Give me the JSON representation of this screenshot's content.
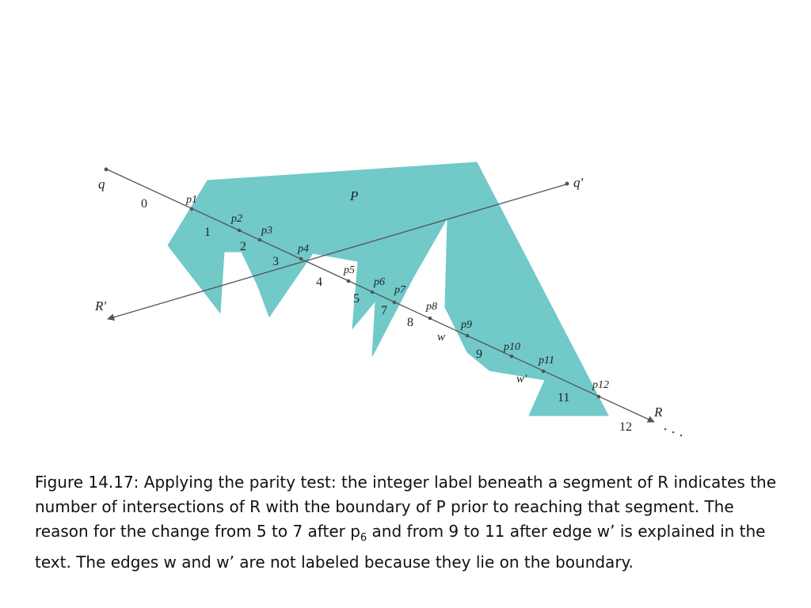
{
  "diagram": {
    "polygon_label": "P",
    "ray_start_label": "q",
    "ray_end_label": "q'",
    "ray_label": "R",
    "ray_reverse_label": "R'",
    "ray_continuation": "...",
    "points": [
      "p1",
      "p2",
      "p3",
      "p4",
      "p5",
      "p6",
      "p7",
      "p8",
      "p9",
      "p10",
      "p11",
      "p12"
    ],
    "segment_counts": [
      "0",
      "1",
      "2",
      "3",
      "4",
      "5",
      "7",
      "8",
      "9",
      "11",
      "12"
    ],
    "edge_labels": [
      "w",
      "w'"
    ],
    "fill_color": "#71c9c8",
    "line_color": "#555555"
  },
  "caption": {
    "part1": "Figure 14.17: Applying the parity test: the integer label beneath a segment of R indicates the number of intersections of R with the boundary of P prior to reaching that segment. The reason for the change from 5 to 7 after p",
    "sub": "6",
    "part2": " and from 9 to 11 after edge w’ is explained in the text. The edges w and w’ are not labeled because they lie on the boundary."
  }
}
